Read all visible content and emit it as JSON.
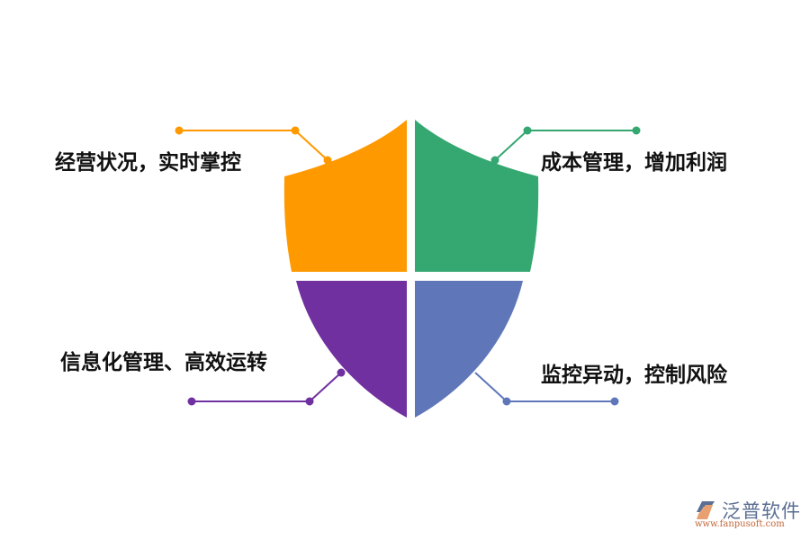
{
  "diagram": {
    "type": "shield-quadrant",
    "quadrants": [
      {
        "id": "top-left",
        "label": "经营状况，实时掌控",
        "color": "#FF9900"
      },
      {
        "id": "top-right",
        "label": "成本管理，增加利润",
        "color": "#35A771"
      },
      {
        "id": "bottom-left",
        "label": "信息化管理、高效运转",
        "color": "#7030A0"
      },
      {
        "id": "bottom-right",
        "label": "监控异动，控制风险",
        "color": "#5F77B9"
      }
    ]
  },
  "logo": {
    "name": "泛普软件",
    "url": "www.fanpusoft.com",
    "icon": "fanpu-logo-icon"
  }
}
